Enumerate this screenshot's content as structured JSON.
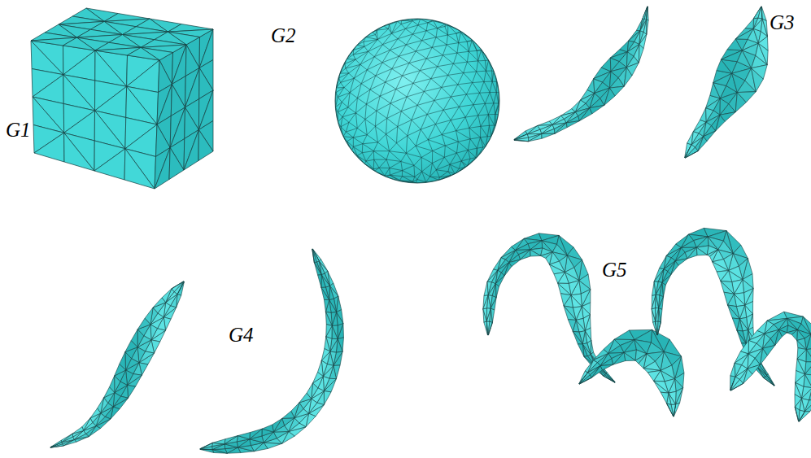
{
  "diagram": {
    "labels": [
      "G1",
      "G2",
      "G3",
      "G4",
      "G5"
    ]
  }
}
